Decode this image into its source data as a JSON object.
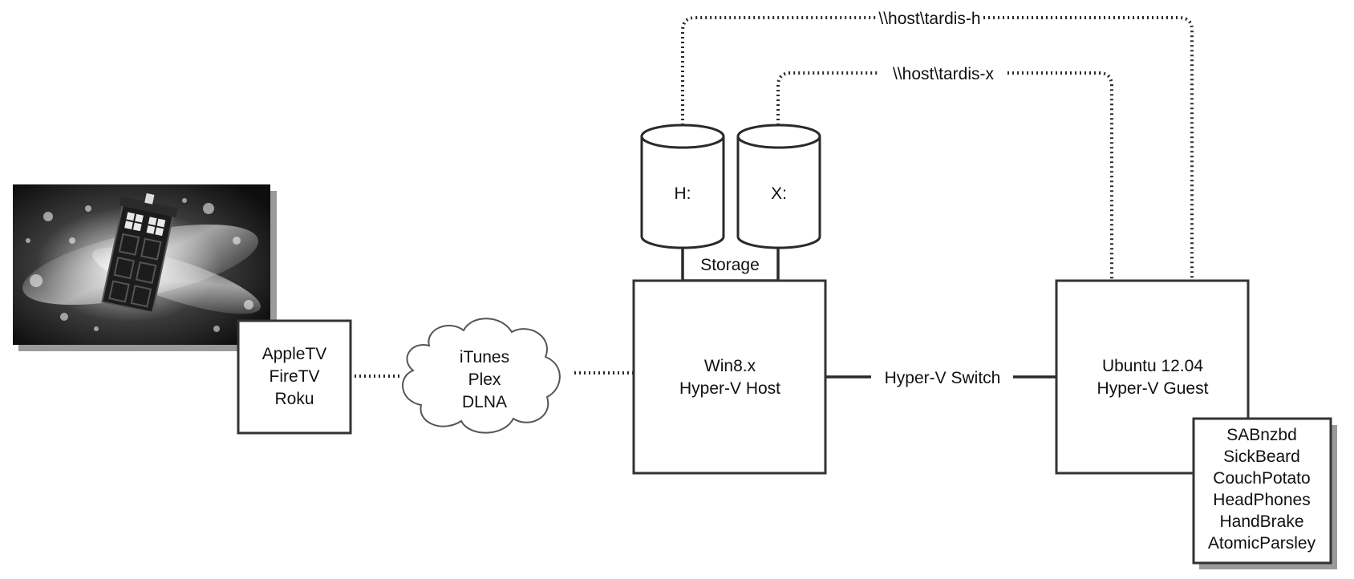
{
  "media_thumbnail": {
    "icon": "tardis-image"
  },
  "devices_box": {
    "lines": [
      "AppleTV",
      "FireTV",
      "Roku"
    ]
  },
  "cloud": {
    "lines": [
      "iTunes",
      "Plex",
      "DLNA"
    ]
  },
  "host_box": {
    "lines": [
      "Win8.x",
      "Hyper-V Host"
    ]
  },
  "guest_box": {
    "lines": [
      "Ubuntu 12.04",
      "Hyper-V Guest"
    ]
  },
  "apps_box": {
    "lines": [
      "SABnzbd",
      "SickBeard",
      "CouchPotato",
      "HeadPhones",
      "HandBrake",
      "AtomicParsley"
    ]
  },
  "storage": {
    "label": "Storage",
    "drives": [
      "H:",
      "X:"
    ]
  },
  "connections": {
    "switch_label": "Hyper-V Switch",
    "share_h": "\\\\host\\tardis-h",
    "share_x": "\\\\host\\tardis-x"
  }
}
